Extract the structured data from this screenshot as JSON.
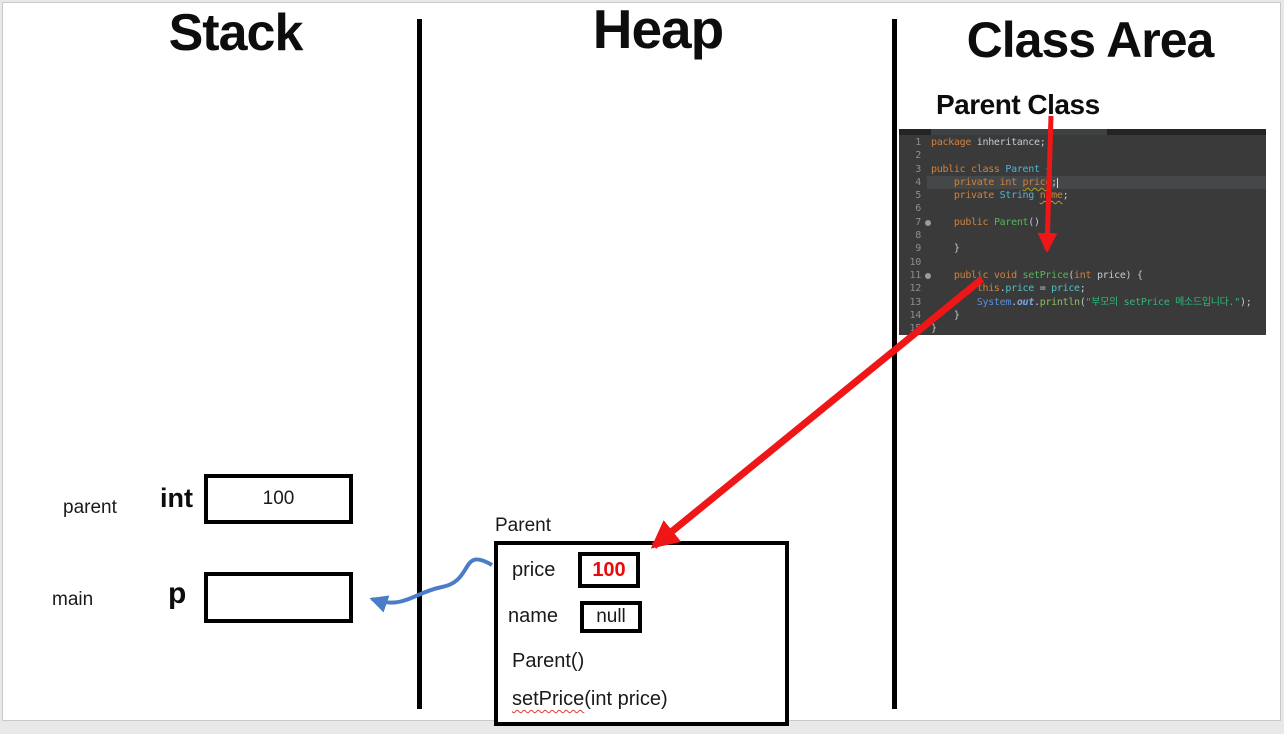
{
  "titles": {
    "stack": "Stack",
    "heap": "Heap",
    "class_area": "Class Area"
  },
  "stack": {
    "rows": [
      {
        "frame": "parent",
        "var": "int",
        "value": "100"
      },
      {
        "frame": "main",
        "var": "p",
        "value": ""
      }
    ]
  },
  "heap": {
    "object_label": "Parent",
    "fields": [
      {
        "name": "price",
        "value": "100"
      },
      {
        "name": "name",
        "value": "null"
      }
    ],
    "methods": [
      {
        "squig": "",
        "rest": "Parent()"
      },
      {
        "squig": "setPrice",
        "rest": "(int price)"
      }
    ]
  },
  "class_area": {
    "heading": "Parent Class",
    "editor": {
      "lines": [
        {
          "no": "1",
          "tokens": [
            [
              "kw",
              "package "
            ],
            [
              "pl",
              "inheritance;"
            ]
          ]
        },
        {
          "no": "2",
          "tokens": []
        },
        {
          "no": "3",
          "tokens": [
            [
              "kw",
              "public class "
            ],
            [
              "cls",
              "Parent "
            ],
            [
              "pl",
              "{"
            ]
          ]
        },
        {
          "no": "4",
          "active": true,
          "tokens": [
            [
              "pl",
              "    "
            ],
            [
              "kw",
              "private int "
            ],
            [
              "warn",
              "price"
            ],
            [
              "pl",
              ";"
            ],
            [
              "caret",
              ""
            ]
          ]
        },
        {
          "no": "5",
          "tokens": [
            [
              "pl",
              "    "
            ],
            [
              "kw",
              "private "
            ],
            [
              "cls",
              "String "
            ],
            [
              "warn",
              "name"
            ],
            [
              "pl",
              ";"
            ]
          ]
        },
        {
          "no": "6",
          "tokens": []
        },
        {
          "no": "7",
          "marker": true,
          "tokens": [
            [
              "pl",
              "    "
            ],
            [
              "kw",
              "public "
            ],
            [
              "m",
              "Parent"
            ],
            [
              "pl",
              "() {"
            ]
          ]
        },
        {
          "no": "8",
          "tokens": []
        },
        {
          "no": "9",
          "tokens": [
            [
              "pl",
              "    }"
            ]
          ]
        },
        {
          "no": "10",
          "tokens": []
        },
        {
          "no": "11",
          "marker": true,
          "tokens": [
            [
              "pl",
              "    "
            ],
            [
              "kw",
              "public void "
            ],
            [
              "m",
              "setPrice"
            ],
            [
              "pl",
              "("
            ],
            [
              "kw",
              "int"
            ],
            [
              "pl",
              " price) {"
            ]
          ]
        },
        {
          "no": "12",
          "tokens": [
            [
              "pl",
              "        "
            ],
            [
              "kw",
              "this"
            ],
            [
              "pl",
              "."
            ],
            [
              "fld",
              "price"
            ],
            [
              "pl",
              " = "
            ],
            [
              "fld",
              "price"
            ],
            [
              "pl",
              ";"
            ]
          ]
        },
        {
          "no": "13",
          "tokens": [
            [
              "pl",
              "        "
            ],
            [
              "sys",
              "System"
            ],
            [
              "pl",
              "."
            ],
            [
              "out",
              "out"
            ],
            [
              "pl",
              "."
            ],
            [
              "pr",
              "println"
            ],
            [
              "pl",
              "("
            ],
            [
              "str",
              "\"부모의 setPrice 메소드입니다.\""
            ],
            [
              "pl",
              ");"
            ]
          ]
        },
        {
          "no": "14",
          "tokens": [
            [
              "pl",
              "    }"
            ]
          ]
        },
        {
          "no": "15",
          "tokens": [
            [
              "pl",
              "}"
            ]
          ]
        }
      ]
    }
  },
  "colors": {
    "arrow_red": "#ee1616",
    "arrow_blue": "#4a7cc7",
    "value_red": "#e80b0b",
    "editor_bg": "#3a3a3a"
  }
}
